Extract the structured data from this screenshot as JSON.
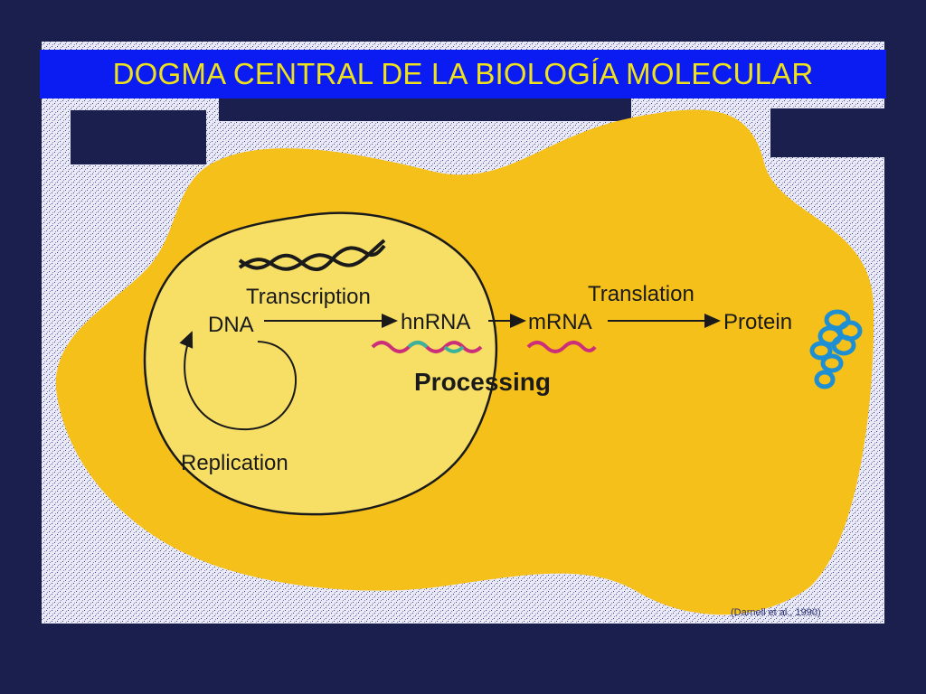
{
  "slide": {
    "title": "DOGMA CENTRAL DE LA BIOLOGÍA MOLECULAR",
    "background": "#1b1f4e",
    "title_bar_color": "#0a1cf2",
    "title_text_color": "#f0e21a"
  },
  "diagram": {
    "cell_color": "#f5c01a",
    "nucleus_color": "#f7df66",
    "labels": {
      "dna": "DNA",
      "transcription": "Transcription",
      "hnrna": "hnRNA",
      "mrna": "mRNA",
      "translation": "Translation",
      "protein": "Protein",
      "processing": "Processing",
      "replication": "Replication"
    },
    "credit": "(Darnell et al., 1990)"
  }
}
